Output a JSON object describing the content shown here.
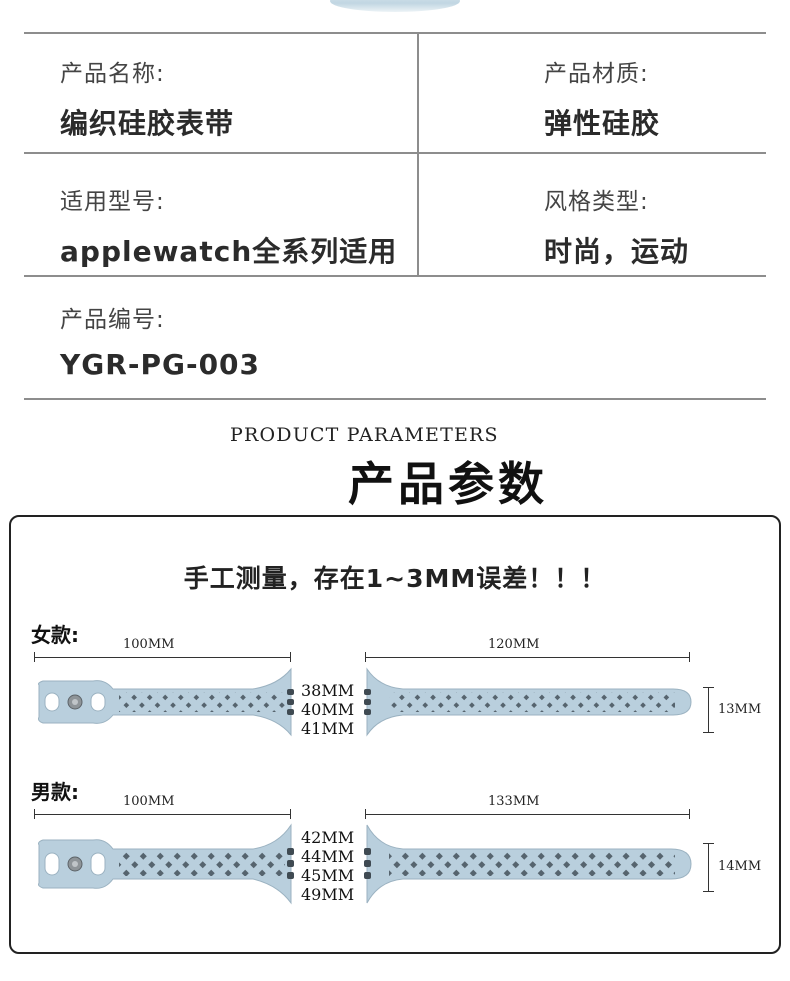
{
  "specs": {
    "name_label": "产品名称:",
    "name_value": "编织硅胶表带",
    "material_label": "产品材质:",
    "material_value": "弹性硅胶",
    "model_label": "适用型号:",
    "model_value": "applewatch全系列适用",
    "style_label": "风格类型:",
    "style_value": "时尚，运动",
    "code_label": "产品编号:",
    "code_value": "YGR-PG-003"
  },
  "heading": {
    "en": "PRODUCT PARAMETERS",
    "zh": "产品参数"
  },
  "params": {
    "note": "手工测量，存在1~3MM误差！！！",
    "women": {
      "label": "女款:",
      "left_length": "100MM",
      "right_length": "120MM",
      "sizes": [
        "38MM",
        "40MM",
        "41MM"
      ],
      "width": "13MM"
    },
    "men": {
      "label": "男款:",
      "left_length": "100MM",
      "right_length": "133MM",
      "sizes": [
        "42MM",
        "44MM",
        "45MM",
        "49MM"
      ],
      "width": "14MM"
    }
  },
  "colors": {
    "strap": "#b9cfdd",
    "strap_dark": "#7e97a8",
    "holes": "#3f4a52",
    "rule": "#8d8d8d"
  }
}
